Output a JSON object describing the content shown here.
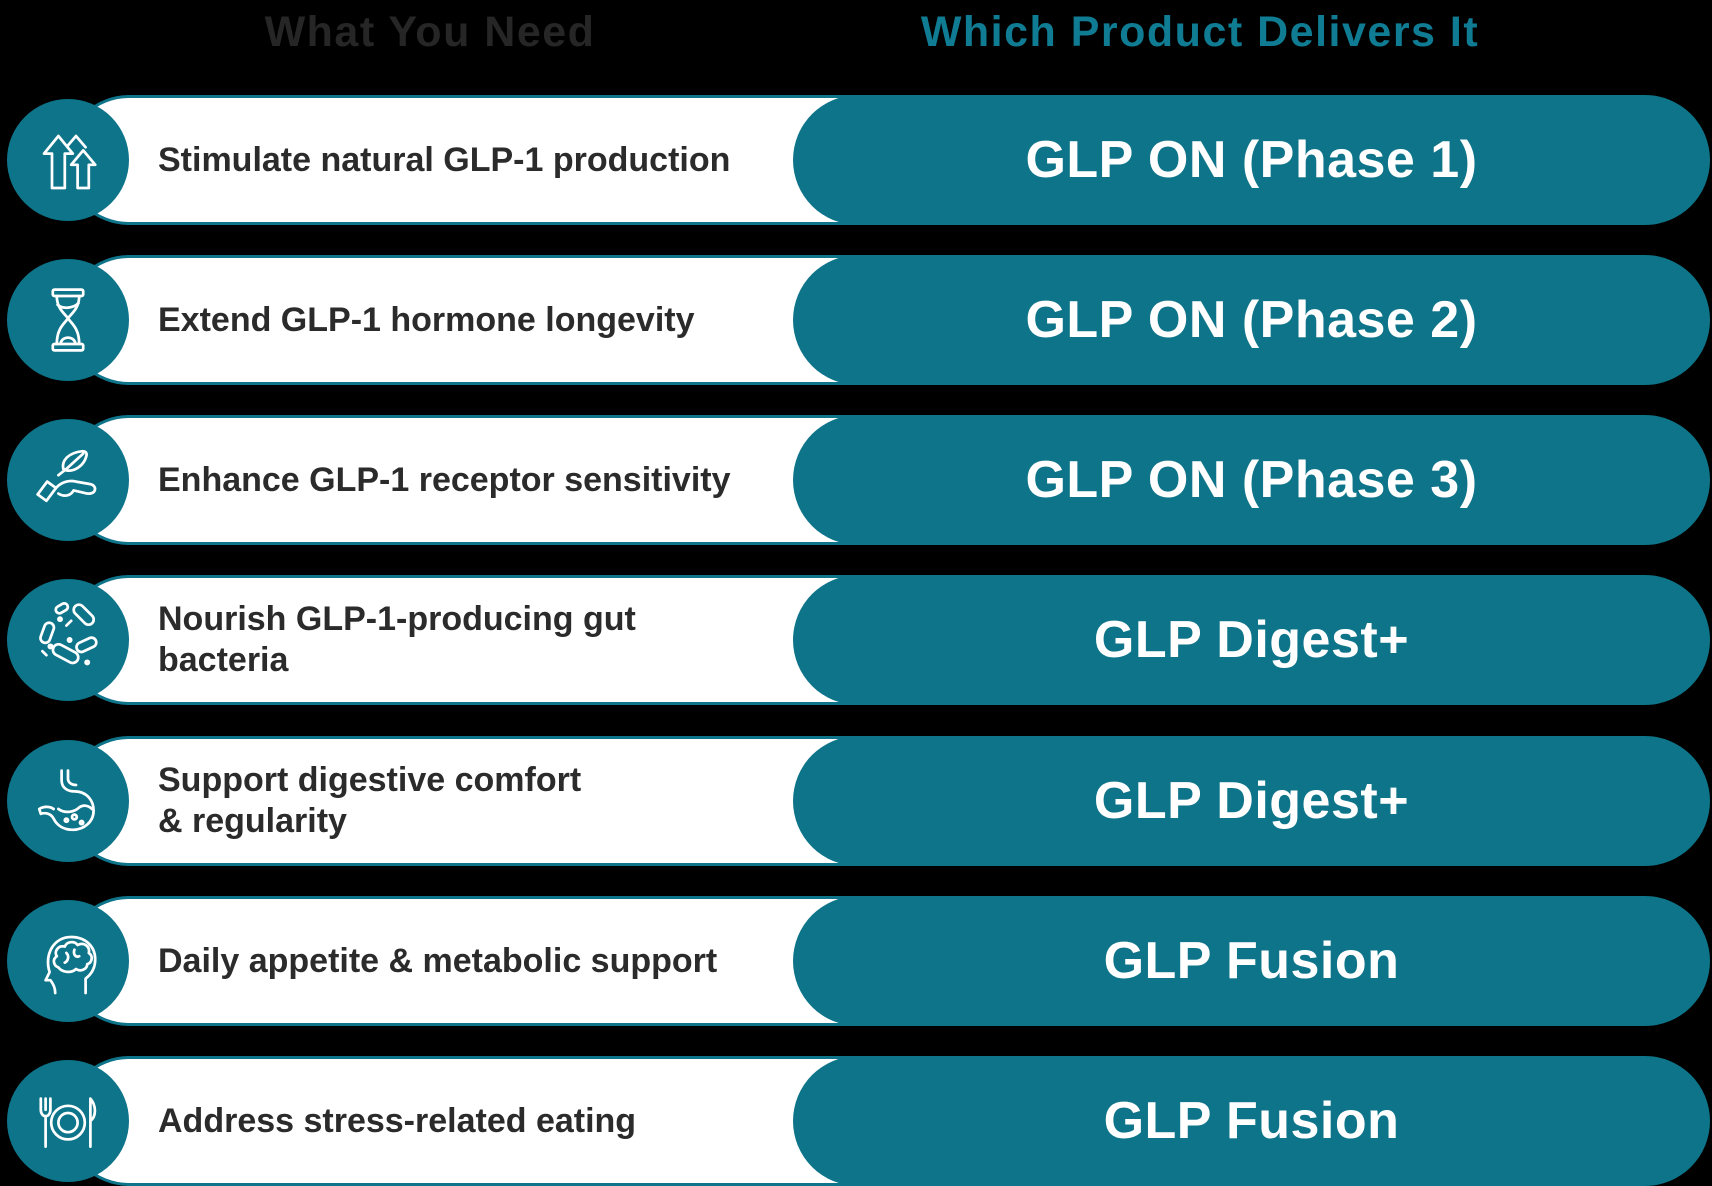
{
  "header": {
    "left": "What You Need",
    "right": "Which Product Delivers It"
  },
  "colors": {
    "teal": "#0E7489",
    "header_teal": "#0F7C93",
    "need_text": "#2B2B2B",
    "header_left_text": "#262626",
    "background": "#000000",
    "pill_white": "#FFFFFF",
    "icon_stroke": "#FFFFFF",
    "product_text": "#FFFFFF"
  },
  "rows": [
    {
      "icon": "arrows-up-icon",
      "need": "Stimulate natural GLP-1 production",
      "product": "GLP ON (Phase 1)"
    },
    {
      "icon": "hourglass-icon",
      "need": "Extend GLP-1 hormone longevity",
      "product": "GLP ON (Phase 2)"
    },
    {
      "icon": "hand-leaf-icon",
      "need": "Enhance GLP-1 receptor sensitivity",
      "product": "GLP ON (Phase 3)"
    },
    {
      "icon": "gut-bacteria-icon",
      "need": "Nourish GLP-1-producing gut\nbacteria",
      "product": "GLP Digest+"
    },
    {
      "icon": "stomach-icon",
      "need": "Support digestive comfort\n& regularity",
      "product": "GLP Digest+"
    },
    {
      "icon": "head-brain-icon",
      "need": "Daily appetite & metabolic support",
      "product": "GLP Fusion"
    },
    {
      "icon": "plate-cutlery-icon",
      "need": "Address stress-related eating",
      "product": "GLP Fusion"
    }
  ]
}
